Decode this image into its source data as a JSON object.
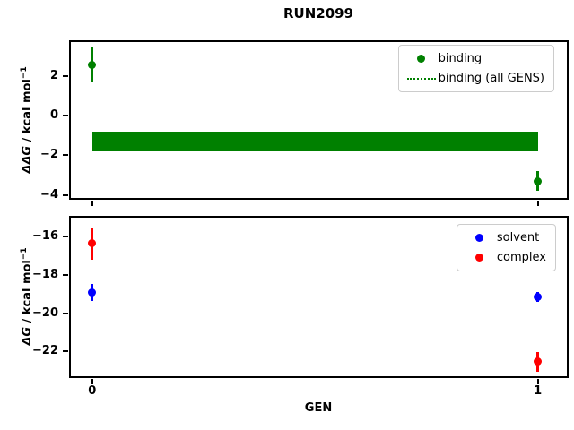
{
  "title": "RUN2099",
  "xlabel": "GEN",
  "colors": {
    "binding": "#008000",
    "solvent": "#0000ff",
    "complex": "#ff0000",
    "spine": "#000000",
    "legend_border": "#cccccc"
  },
  "chart_data": [
    {
      "type": "scatter",
      "name": "ddg-vs-gen",
      "ylabel": {
        "math": "ΔΔG",
        "rest": " / kcal mol",
        "sup": "−1"
      },
      "xlim": [
        -0.05,
        1.065
      ],
      "ylim": [
        -4.2,
        3.75
      ],
      "grid": false,
      "xticks": [
        {
          "v": 0,
          "label": "0"
        },
        {
          "v": 1,
          "label": "1"
        }
      ],
      "show_xticklabels": false,
      "yticks": [
        {
          "v": 2,
          "label": "2"
        },
        {
          "v": 0,
          "label": "0"
        },
        {
          "v": -2,
          "label": "−2"
        },
        {
          "v": -4,
          "label": "−4"
        }
      ],
      "series": [
        {
          "name": "binding",
          "color": "#008000",
          "x": [
            0,
            1
          ],
          "y": [
            2.55,
            -3.3
          ],
          "yerr": [
            0.9,
            0.5
          ]
        }
      ],
      "band": {
        "name": "binding (all GENS)",
        "color": "#008000",
        "x": [
          0,
          1
        ],
        "y_low": -1.8,
        "y_high": -0.8,
        "y_center": -1.3
      },
      "legend": [
        {
          "label": "binding",
          "glyph": "dot",
          "color": "#008000"
        },
        {
          "label": "binding (all GENS)",
          "glyph": "dotted-line",
          "color": "#008000"
        }
      ],
      "legend_position": "upper right"
    },
    {
      "type": "scatter",
      "name": "dg-vs-gen",
      "ylabel": {
        "math": "ΔG",
        "rest": " / kcal mol",
        "sup": "−1"
      },
      "xlim": [
        -0.05,
        1.065
      ],
      "ylim": [
        -23.35,
        -14.95
      ],
      "grid": false,
      "xticks": [
        {
          "v": 0,
          "label": "0"
        },
        {
          "v": 1,
          "label": "1"
        }
      ],
      "show_xticklabels": true,
      "yticks": [
        {
          "v": -16,
          "label": "−16"
        },
        {
          "v": -18,
          "label": "−18"
        },
        {
          "v": -20,
          "label": "−20"
        },
        {
          "v": -22,
          "label": "−22"
        }
      ],
      "series": [
        {
          "name": "solvent",
          "color": "#0000ff",
          "x": [
            0,
            1
          ],
          "y": [
            -18.9,
            -19.15
          ],
          "yerr": [
            0.45,
            0.25
          ]
        },
        {
          "name": "complex",
          "color": "#ff0000",
          "x": [
            0,
            1
          ],
          "y": [
            -16.35,
            -22.55
          ],
          "yerr": [
            0.85,
            0.5
          ]
        }
      ],
      "legend": [
        {
          "label": "solvent",
          "glyph": "dot",
          "color": "#0000ff"
        },
        {
          "label": "complex",
          "glyph": "dot",
          "color": "#ff0000"
        }
      ],
      "legend_position": "upper right"
    }
  ]
}
